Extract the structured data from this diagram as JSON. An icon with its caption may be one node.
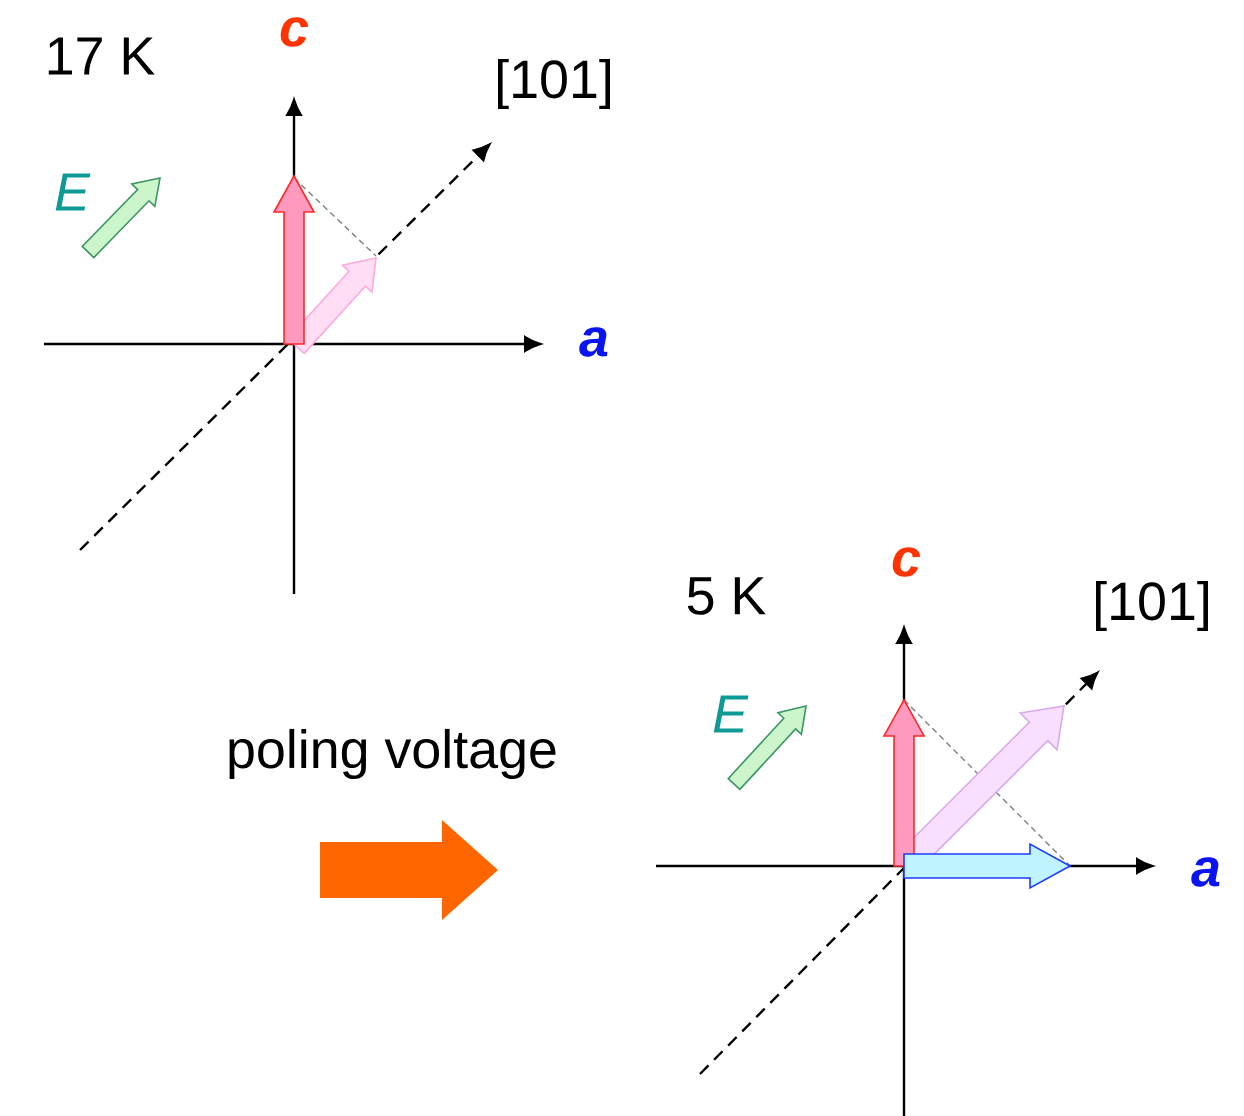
{
  "diagram": {
    "labels": [
      "17 K",
      "c",
      "[101]",
      "E",
      "a",
      "poling voltage",
      "5 K",
      "c",
      "[101]",
      "E",
      "a"
    ]
  }
}
